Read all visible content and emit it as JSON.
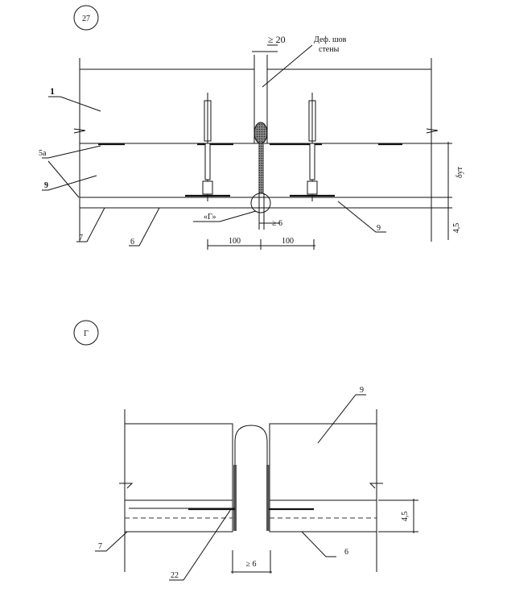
{
  "detail_top": {
    "number": "27",
    "labels": {
      "wall": "1",
      "adhesive": "5а",
      "insulation_left": "9",
      "insulation_right": "9",
      "render_layer": "7",
      "mesh": "6",
      "callout_ref": "«Г»",
      "wall_joint_line1": "Деф. шов",
      "wall_joint_line2": "стены"
    },
    "dimensions": {
      "joint_width": "≥ 20",
      "gap_width": "≥ 6",
      "left_offset": "100",
      "right_offset": "100",
      "insulation_thickness": "δут",
      "render_thickness": "4,5"
    }
  },
  "detail_bottom": {
    "callout": "Г",
    "labels": {
      "insulation": "9",
      "render_layer": "7",
      "mesh": "6",
      "profile": "22"
    },
    "dimensions": {
      "gap_width": "≥ 6",
      "render_thickness": "4,5"
    }
  },
  "colors": {
    "ink": "#111111",
    "paper": "#ffffff"
  }
}
